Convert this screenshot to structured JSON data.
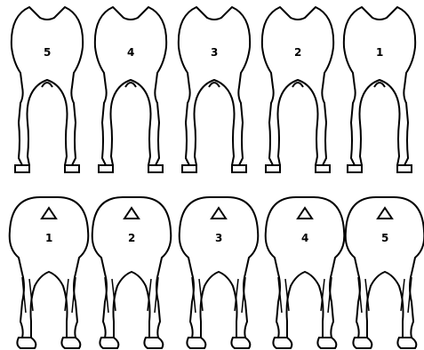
{
  "front_row": {
    "figures": [
      {
        "label": "5"
      },
      {
        "label": "4"
      },
      {
        "label": "3"
      },
      {
        "label": "2"
      },
      {
        "label": "1"
      }
    ]
  },
  "rear_row": {
    "figures": [
      {
        "label": "1"
      },
      {
        "label": "2"
      },
      {
        "label": "3"
      },
      {
        "label": "4"
      },
      {
        "label": "5"
      }
    ]
  }
}
